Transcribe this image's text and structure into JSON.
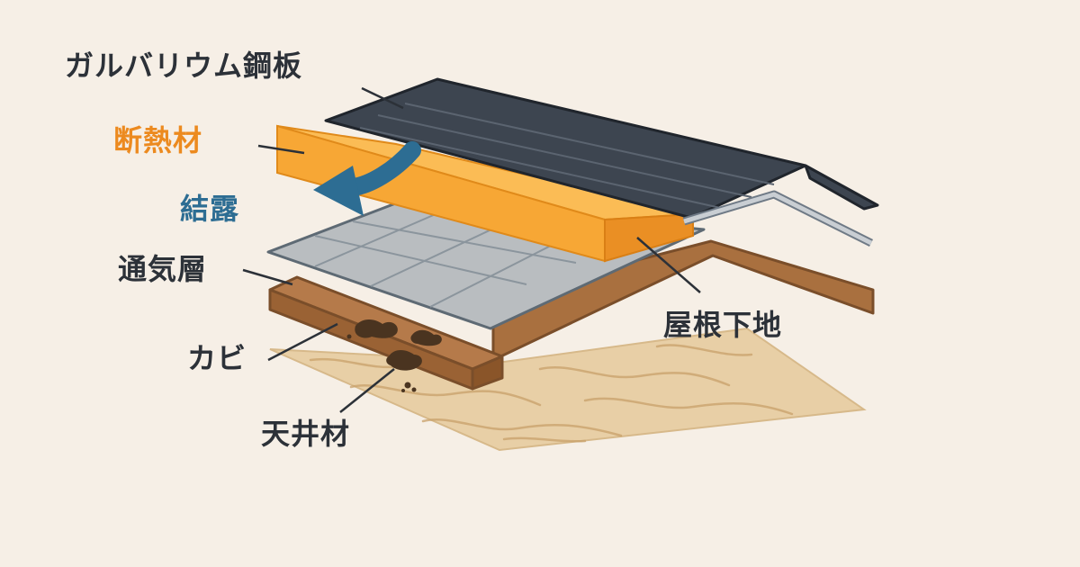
{
  "labels": {
    "galvalume_steel": "ガルバリウム鋼板",
    "insulation": "断熱材",
    "condensation": "結露",
    "ventilation_layer": "通気層",
    "mold": "カビ",
    "ceiling_material": "天井材",
    "roof_base": "屋根下地"
  },
  "colors": {
    "background": "#f6efe6",
    "steel_sheet": "#3d4550",
    "insulation": "#f7a735",
    "condensation_arrow": "#2d6d93",
    "ventilation_layer": "#b9bdc0",
    "roof_base": "#b57a4a",
    "ceiling_material": "#e8cfa6",
    "mold": "#4a3420",
    "label_dark": "#2c3138",
    "label_orange": "#ec8a1f",
    "label_blue": "#2d6d93"
  }
}
